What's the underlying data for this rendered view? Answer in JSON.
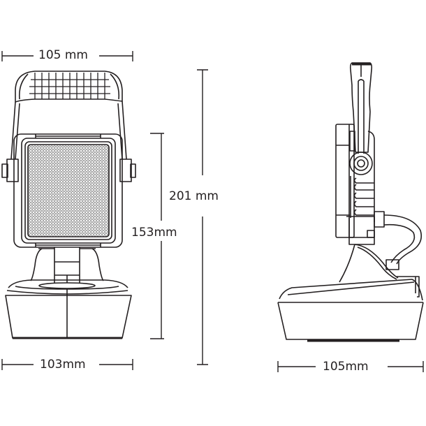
{
  "diagram": {
    "type": "technical dimension drawing",
    "subject": "portable LED work light with handle and base",
    "views": [
      {
        "name": "front-view",
        "label": "front"
      },
      {
        "name": "side-view",
        "label": "side"
      }
    ],
    "colors": {
      "line": "#231f20",
      "background": "#ffffff"
    }
  },
  "dimensions": {
    "front_width_top": "105 mm",
    "overall_height": "201 mm",
    "head_to_base_height": "153mm",
    "base_width_front": "103mm",
    "base_width_side": "105mm"
  }
}
